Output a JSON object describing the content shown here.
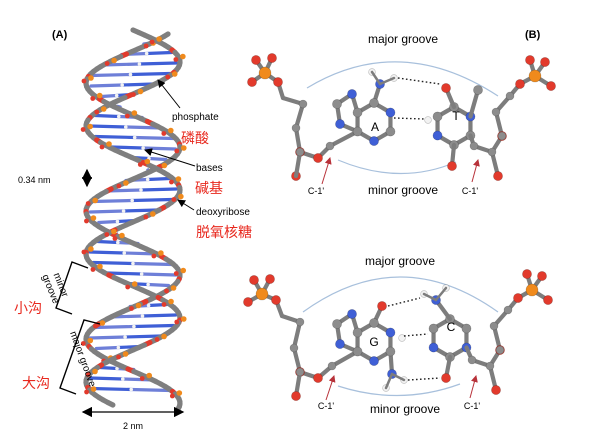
{
  "panel_a": {
    "label": "(A)",
    "phosphate": "phosphate",
    "phosphate_cn": "磷酸",
    "bases": "bases",
    "bases_cn": "碱基",
    "deoxyribose": "deoxyribose",
    "deoxyribose_cn": "脱氧核糖",
    "rise": "0.34 nm",
    "minor_groove": [
      "minor",
      "groove"
    ],
    "minor_groove_cn": "小沟",
    "major_groove": "major groove",
    "major_groove_cn": "大沟",
    "width": "2 nm"
  },
  "panel_b": {
    "label": "(B)",
    "at_pair": {
      "major_groove": "major groove",
      "minor_groove": "minor groove",
      "base_left": "A",
      "base_right": "T",
      "c1_left": "C-1'",
      "c1_right": "C-1'"
    },
    "gc_pair": {
      "major_groove": "major groove",
      "minor_groove": "minor groove",
      "base_left": "G",
      "base_right": "C",
      "c1_left": "C-1'",
      "c1_right": "C-1'"
    }
  },
  "colors": {
    "carbon": "#8c8c8c",
    "oxygen": "#e23a2c",
    "nitrogen": "#3f5fd6",
    "phosphorus": "#f08a1c",
    "hydrogen": "#f2f2f2",
    "groove_curve": "#a8c0dc",
    "annotation_red": "#e8281e",
    "pointer_red": "#b8323a"
  }
}
